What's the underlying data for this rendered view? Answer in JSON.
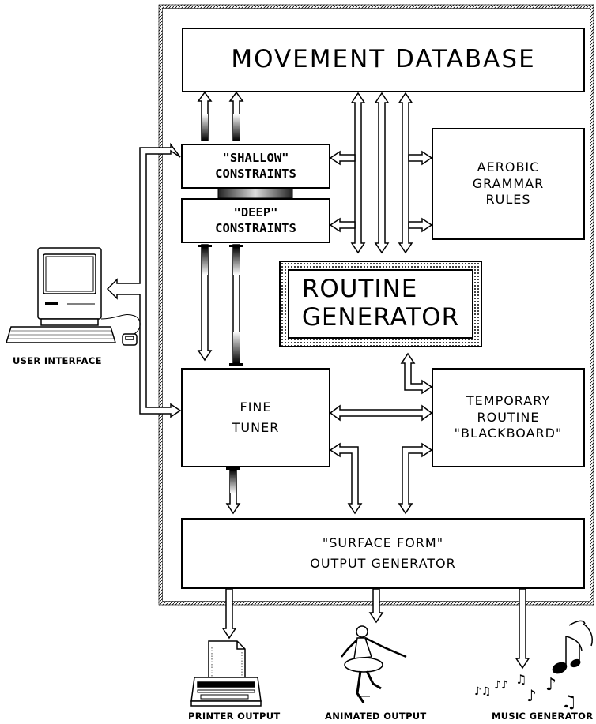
{
  "boxes": {
    "movement_database": "MOVEMENT DATABASE",
    "shallow_constraints": "\"SHALLOW\"\nCONSTRAINTS",
    "deep_constraints": "\"DEEP\"\nCONSTRAINTS",
    "aerobic_grammar_rules": "AEROBIC\nGRAMMAR\nRULES",
    "routine_generator": "ROUTINE\nGENERATOR",
    "fine_tuner": "FINE\nTUNER",
    "temporary_blackboard": "TEMPORARY\nROUTINE\n\"BLACKBOARD\"",
    "surface_form_generator": "\"SURFACE FORM\"\nOUTPUT GENERATOR"
  },
  "captions": {
    "user_interface": "USER INTERFACE",
    "printer_output": "PRINTER OUTPUT",
    "animated_output": "ANIMATED OUTPUT",
    "music_generator": "MUSIC GENERATOR"
  }
}
